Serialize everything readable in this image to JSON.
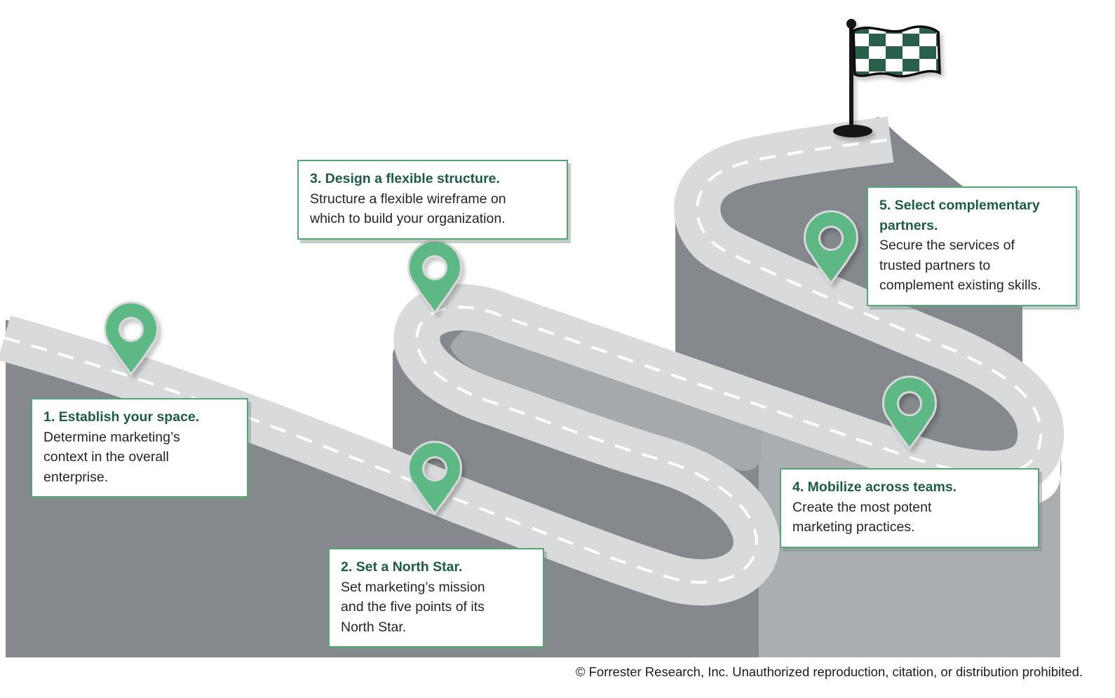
{
  "steps": [
    {
      "title": "1. Establish your space.",
      "desc": "Determine marketing’s\ncontext in the overall\nenterprise."
    },
    {
      "title": "2. Set a North Star.",
      "desc": "Set marketing’s mission\nand the five points of its\nNorth Star."
    },
    {
      "title": "3. Design a flexible structure.",
      "desc": "Structure a flexible wireframe on\nwhich to build your organization."
    },
    {
      "title": "4. Mobilize across teams.",
      "desc": "Create the most potent\nmarketing practices."
    },
    {
      "title": "5. Select complementary\npartners.",
      "desc": "Secure the services of\ntrusted partners to\ncomplement existing skills."
    }
  ],
  "footer": "© Forrester Research, Inc. Unauthorized reproduction, citation, or distribution prohibited.",
  "icons": {
    "pin": "map-pin",
    "flag": "checkered-finish-flag"
  },
  "colors": {
    "road": "#d9dadb",
    "road_line": "#ffffff",
    "cliff_dark": "#85898d",
    "cliff_light": "#abaeb1",
    "plateau": "#a5a9ac",
    "pin_fill": "#5db886",
    "pin_stroke": "#d8d8d8",
    "flag_green": "#2b5e4a",
    "box_border": "#54a679",
    "title_green": "#1e5b45",
    "text_dark": "#212529"
  }
}
